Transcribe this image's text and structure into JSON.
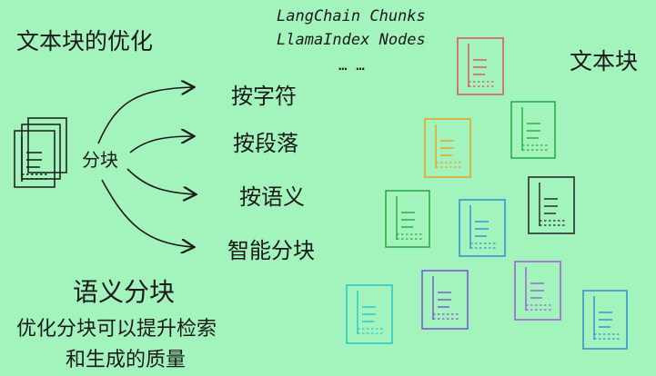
{
  "title": "文本块的优化",
  "frameworks": {
    "line1": "LangChain Chunks",
    "line2": "LlamaIndex Nodes",
    "ellipsis": "… …"
  },
  "right_title": "文本块",
  "split_label": "分块",
  "methods": [
    "按字符",
    "按段落",
    "按语义",
    "智能分块"
  ],
  "semantic_title": "语义分块",
  "description": {
    "line1": "优化分块可以提升检索",
    "line2": "和生成的质量"
  },
  "colors": {
    "background": "#a3f3bd",
    "ink": "#1a1a1a",
    "chunk_colors": [
      "#e0505a",
      "#22aa44",
      "#e8a020",
      "#222222",
      "#22aa44",
      "#2f8fd8",
      "#22c8c8",
      "#7a4fd8",
      "#a05ad8",
      "#2f8fd8"
    ]
  }
}
